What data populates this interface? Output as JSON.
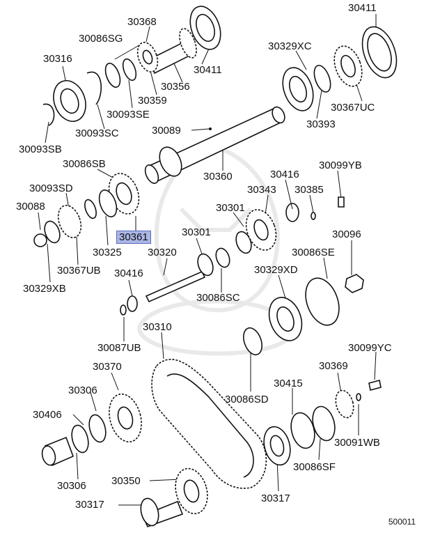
{
  "labels": {
    "l30411a": "30411",
    "l30368": "30368",
    "l30086SG": "30086SG",
    "l30329XC": "30329XC",
    "l30316": "30316",
    "l30411b": "30411",
    "l30356": "30356",
    "l30359": "30359",
    "l30093SE": "30093SE",
    "l30367UC": "30367UC",
    "l30393": "30393",
    "l30093SC": "30093SC",
    "l30089": "30089",
    "l30093SB": "30093SB",
    "l30086SB": "30086SB",
    "l30360": "30360",
    "l30416a": "30416",
    "l30099YB": "30099YB",
    "l30093SD": "30093SD",
    "l30343": "30343",
    "l30385": "30385",
    "l30088": "30088",
    "l30301a": "30301",
    "l30361": "30361",
    "l30301b": "30301",
    "l30096": "30096",
    "l30325": "30325",
    "l30320": "30320",
    "l30367UB": "30367UB",
    "l30086SE": "30086SE",
    "l30329XD": "30329XD",
    "l30416b": "30416",
    "l30329XB": "30329XB",
    "l30086SC": "30086SC",
    "l30087UB": "30087UB",
    "l30310": "30310",
    "l30099YC": "30099YC",
    "l30370": "30370",
    "l30369": "30369",
    "l30306a": "30306",
    "l30415": "30415",
    "l30086SD": "30086SD",
    "l30406": "30406",
    "l30091WB": "30091WB",
    "l30086SF": "30086SF",
    "l30306b": "30306",
    "l30350": "30350",
    "l30317a": "30317",
    "l30317b": "30317"
  },
  "diagram_code": "500011",
  "highlight_color": "#aab6e6"
}
